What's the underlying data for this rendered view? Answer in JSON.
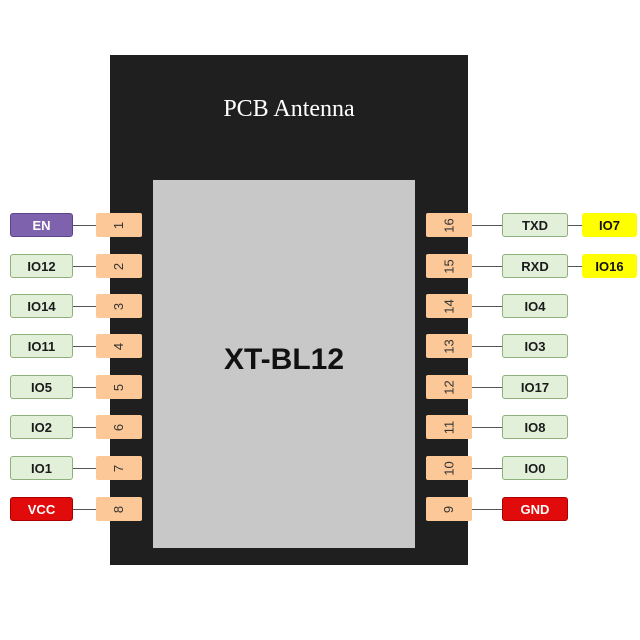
{
  "module": {
    "antenna_label": "PCB Antenna",
    "chip_name": "XT-BL12"
  },
  "left_pins": [
    {
      "number": "1",
      "label": "EN",
      "color": "#7f62ad"
    },
    {
      "number": "2",
      "label": "IO12",
      "color": "#e2efd9"
    },
    {
      "number": "3",
      "label": "IO14",
      "color": "#e2efd9"
    },
    {
      "number": "4",
      "label": "IO11",
      "color": "#e2efd9"
    },
    {
      "number": "5",
      "label": "IO5",
      "color": "#e2efd9"
    },
    {
      "number": "6",
      "label": "IO2",
      "color": "#e2efd9"
    },
    {
      "number": "7",
      "label": "IO1",
      "color": "#e2efd9"
    },
    {
      "number": "8",
      "label": "VCC",
      "color": "#e20b0b"
    }
  ],
  "right_pins": [
    {
      "number": "16",
      "label": "TXD",
      "alt_label": "IO7",
      "color": "#e2efd9",
      "alt_color": "#ffff00"
    },
    {
      "number": "15",
      "label": "RXD",
      "alt_label": "IO16",
      "color": "#e2efd9",
      "alt_color": "#ffff00"
    },
    {
      "number": "14",
      "label": "IO4",
      "color": "#e2efd9"
    },
    {
      "number": "13",
      "label": "IO3",
      "color": "#e2efd9"
    },
    {
      "number": "12",
      "label": "IO17",
      "color": "#e2efd9"
    },
    {
      "number": "11",
      "label": "IO8",
      "color": "#e2efd9"
    },
    {
      "number": "10",
      "label": "IO0",
      "color": "#e2efd9"
    },
    {
      "number": "9",
      "label": "GND",
      "color": "#e20b0b"
    }
  ]
}
